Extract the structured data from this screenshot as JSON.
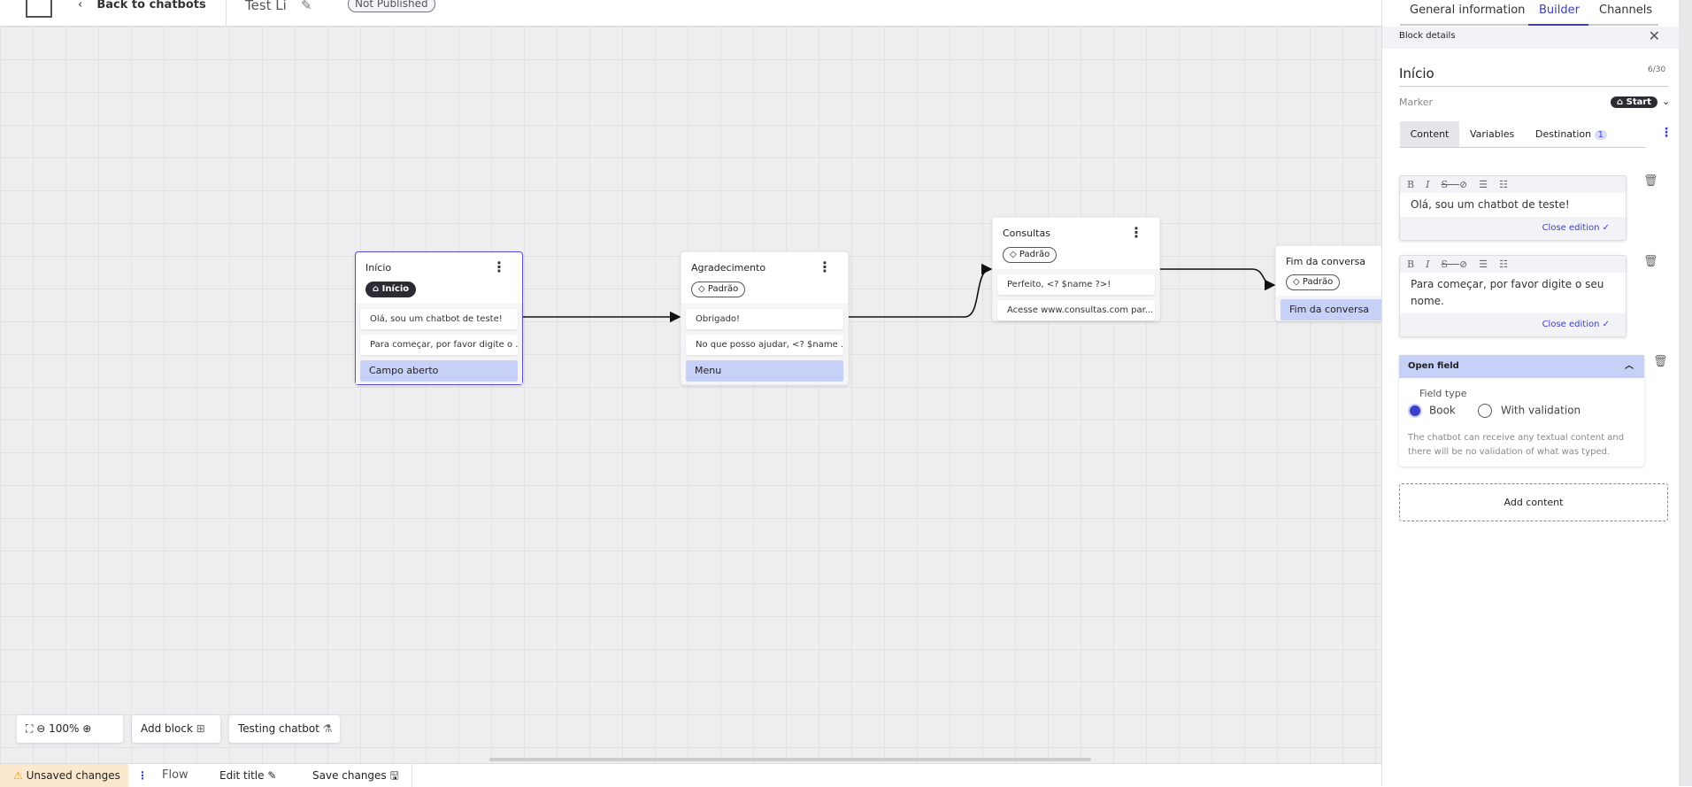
{
  "topbar": {
    "back_label": "Back to chatbots",
    "title": "Test Li",
    "status": "Not Published"
  },
  "canvas": {
    "blocks": [
      {
        "title": "Início",
        "tag": "Início",
        "messages": [
          "Olá, sou um chatbot de teste!",
          "Para começar, por favor digite o ..."
        ],
        "field": "Campo aberto"
      },
      {
        "title": "Agradecimento",
        "tag": "Padrão",
        "messages": [
          "Obrigado!",
          "No que posso ajudar, <? $name ..."
        ],
        "field": "Menu"
      },
      {
        "title": "Consultas",
        "tag": "Padrão",
        "messages": [
          "Perfeito, <? $name ?>!",
          "Acesse www.consultas.com par..."
        ]
      },
      {
        "title": "Fim da conversa",
        "tag": "Padrão",
        "field": "Fim da conversa"
      }
    ],
    "controls": {
      "zoom": "100%",
      "add_block": "Add block",
      "testing": "Testing chatbot"
    }
  },
  "bottombar": {
    "unsaved": "Unsaved changes",
    "flow": "Flow",
    "edit_title": "Edit title",
    "save": "Save changes"
  },
  "panel": {
    "tabs": [
      "General information",
      "Builder",
      "Channels"
    ],
    "active_tab": "Builder",
    "header": "Block details",
    "name": "Início",
    "counter": "6/30",
    "marker_label": "Marker",
    "marker_value": "Start",
    "subtabs": [
      "Content",
      "Variables",
      "Destination"
    ],
    "destination_count": "1",
    "editors": [
      {
        "text": "Olá, sou um chatbot de teste!",
        "close": "Close edition ✓"
      },
      {
        "text": "Para começar, por favor digite o seu nome.",
        "close": "Close edition ✓"
      }
    ],
    "open_field": {
      "title": "Open field",
      "field_type": "Field type",
      "options": [
        "Book",
        "With validation"
      ],
      "selected": "Book",
      "help": "The chatbot can receive any textual content and there will be no validation of what was typed."
    },
    "add_content": "Add content"
  },
  "colors": {
    "accent": "#3b3fc9",
    "field": "#c7d0f7",
    "unsaved": "#fbe9cf"
  }
}
